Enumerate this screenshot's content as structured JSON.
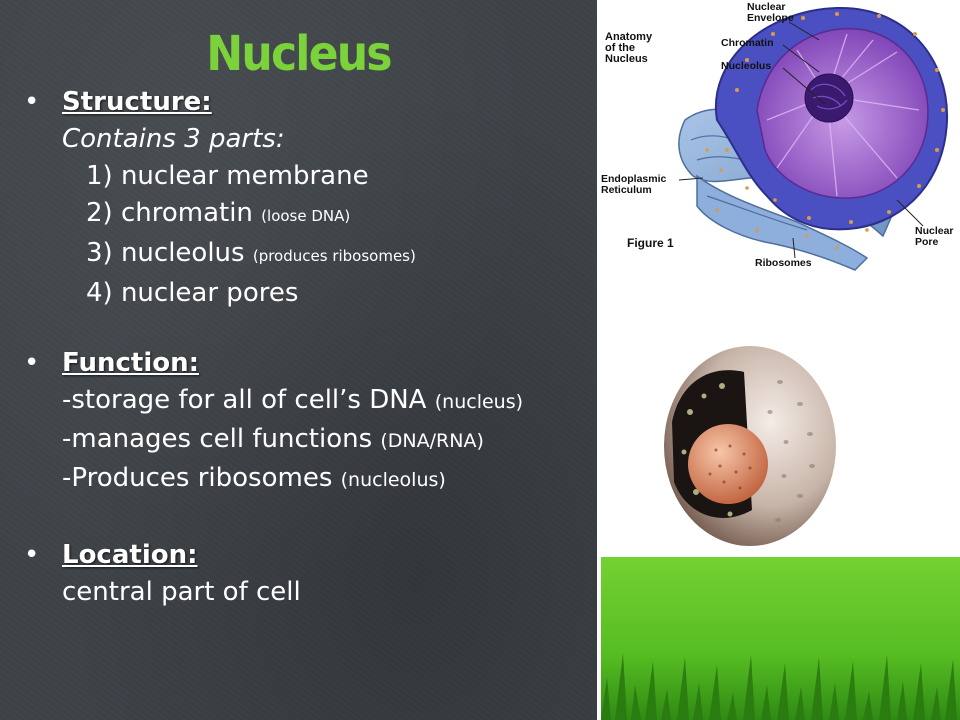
{
  "title": "Nucleus",
  "bullet_glyph": "•",
  "structure": {
    "heading": "Structure:",
    "intro": "Contains 3 parts:",
    "parts": [
      {
        "main": "1) nuclear membrane",
        "note": ""
      },
      {
        "main": "2) chromatin",
        "note": "(loose DNA)"
      },
      {
        "main": "3) nucleolus",
        "note": "(produces ribosomes)"
      },
      {
        "main": "4) nuclear pores",
        "note": ""
      }
    ]
  },
  "function": {
    "heading": "Function:",
    "items": [
      {
        "main": "-storage for all of cell’s DNA",
        "note": "(nucleus)"
      },
      {
        "main": "-manages cell functions",
        "note": "(DNA/RNA)"
      },
      {
        "main": "-Produces ribosomes",
        "note": "(nucleolus)"
      }
    ]
  },
  "location": {
    "heading": "Location:",
    "text": "central part of cell"
  },
  "figure1": {
    "heading_lines": [
      "Anatomy",
      "of the",
      "Nucleus"
    ],
    "caption": "Figure 1",
    "labels": {
      "envelope": [
        "Nuclear",
        "Envelope"
      ],
      "chromatin": "Chromatin",
      "nucleolus": "Nucleolus",
      "er": [
        "Endoplasmic",
        "Reticulum"
      ],
      "pore": [
        "Nuclear",
        "Pore"
      ],
      "ribosomes": "Ribosomes"
    }
  },
  "colors": {
    "title": "#7bd23a",
    "chalkboard": "#3e4348",
    "text": "#ffffff",
    "nucleus_blue": "#4a4fc2",
    "nucleus_purple": "#9b62cc",
    "er_blue": "#7fa2cf",
    "grass": "#5cc427"
  }
}
